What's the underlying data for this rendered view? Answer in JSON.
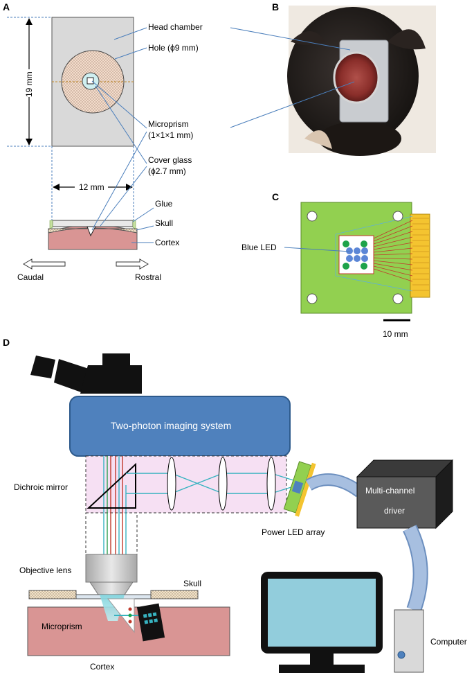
{
  "panels": {
    "a": "A",
    "b": "B",
    "c": "C",
    "d": "D"
  },
  "panel_a": {
    "dimension_height": "19 mm",
    "dimension_width": "12 mm",
    "head_chamber": "Head chamber",
    "hole": "Hole (ϕ9 mm)",
    "microprism_1": "Microprism",
    "microprism_2": "(1×1×1 mm)",
    "cover_glass_1": "Cover glass",
    "cover_glass_2": "(ϕ2.7 mm)",
    "glue": "Glue",
    "skull": "Skull",
    "cortex": "Cortex",
    "caudal": "Caudal",
    "rostral": "Rostral"
  },
  "panel_c": {
    "blue_led": "Blue LED",
    "scale": "10 mm"
  },
  "panel_d": {
    "imaging_system": "Two-photon imaging system",
    "dichroic_mirror": "Dichroic mirror",
    "power_led_array": "Power LED array",
    "driver_1": "Multi-channel",
    "driver_2": "driver",
    "objective_lens": "Objective lens",
    "skull": "Skull",
    "microprism": "Microprism",
    "cortex": "Cortex",
    "computer": "Computer"
  },
  "colors": {
    "chamber": "#d9d9d9",
    "hole": "#f3dccb",
    "cortex": "#d99594",
    "pcb": "#92d050",
    "gold": "#f4c430",
    "led_blue": "#5b86d6",
    "led_green": "#1ea34a",
    "imaging_system": "#4f81bd",
    "light_path_box": "#f6e0f3",
    "monitor_screen": "#92cddc",
    "cable": "#a7bfe0"
  }
}
